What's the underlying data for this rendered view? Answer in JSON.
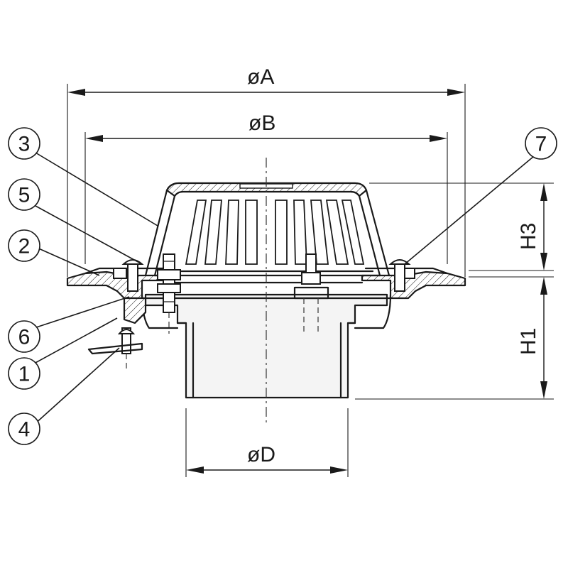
{
  "dimensions": {
    "outer_diameter": "øA",
    "inner_diameter": "øB",
    "outlet_diameter": "øD",
    "dome_height": "H3",
    "body_height": "H1"
  },
  "callouts": [
    "1",
    "2",
    "3",
    "4",
    "5",
    "6",
    "7"
  ]
}
